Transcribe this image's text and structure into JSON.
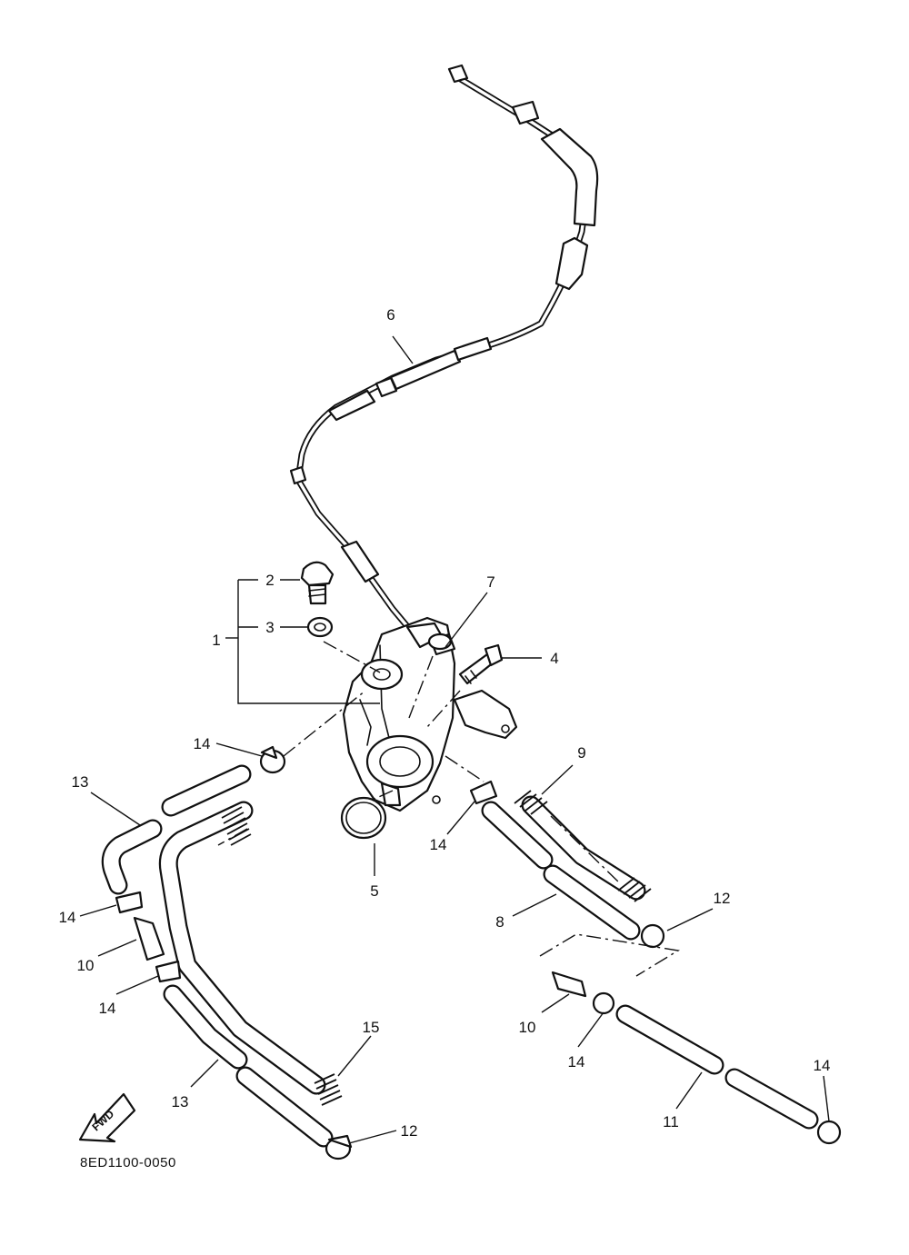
{
  "diagram": {
    "code": "8ED1100-0050",
    "fwd_label": "FWD",
    "callouts": {
      "c1": "1",
      "c2": "2",
      "c3": "3",
      "c4": "4",
      "c5": "5",
      "c6": "6",
      "c7": "7",
      "c8": "8",
      "c9": "9",
      "c10_left": "10",
      "c10_right": "10",
      "c11": "11",
      "c12_top": "12",
      "c12_bottom": "12",
      "c13_top": "13",
      "c13_bottom": "13",
      "c14_a": "14",
      "c14_b": "14",
      "c14_c": "14",
      "c14_d": "14",
      "c14_e": "14",
      "c14_f": "14",
      "c15": "15"
    },
    "icons": [
      "fwd-arrow-icon"
    ]
  }
}
